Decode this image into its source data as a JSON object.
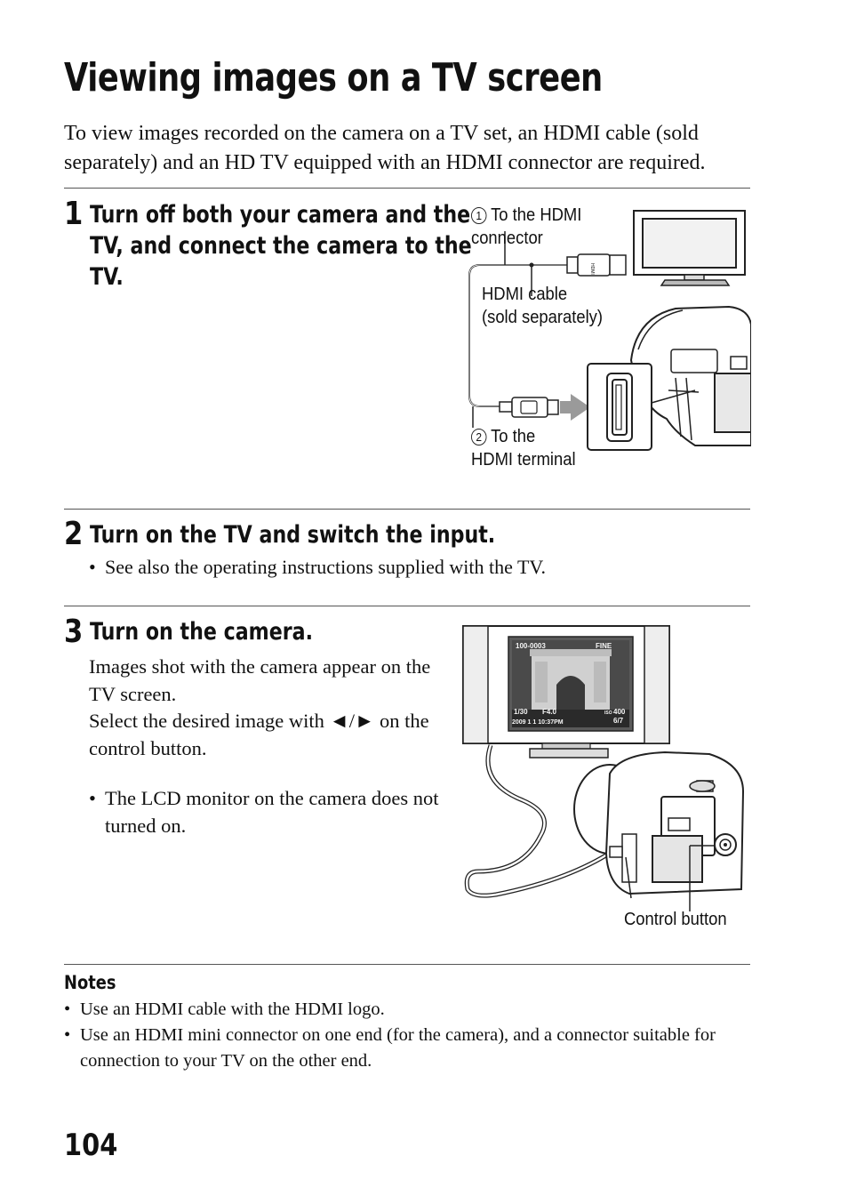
{
  "page": {
    "title": "Viewing images on a TV screen",
    "intro": "To view images recorded on the camera on a TV set, an HDMI cable (sold separately) and an HD TV equipped with an HDMI connector are required.",
    "page_number": "104"
  },
  "steps": [
    {
      "number": "1",
      "title_lines": [
        "Turn off both your camera and the",
        "TV, and connect the camera to the",
        "TV."
      ],
      "figure": {
        "label_1_marker": "1",
        "label_1_lines": [
          "To the HDMI",
          "connector"
        ],
        "cable_label_lines": [
          "HDMI cable",
          "(sold separately)"
        ],
        "label_2_marker": "2",
        "label_2_lines": [
          "To the",
          "HDMI terminal"
        ],
        "connector_text": "HDMI"
      }
    },
    {
      "number": "2",
      "title": "Turn on the TV and switch the input.",
      "bullets": [
        "See also the operating instructions supplied with the TV."
      ]
    },
    {
      "number": "3",
      "title": "Turn on the camera.",
      "para1": "Images shot with the camera appear on the TV screen.",
      "para2": "Select the desired image with ◄/► on the control button.",
      "bullets": [
        "The LCD monitor on the camera does not turned on."
      ],
      "figure": {
        "control_button_label": "Control button",
        "osd": {
          "folder": "100-0003",
          "quality": "FINE",
          "shutter": "1/30",
          "aperture": "F4.0",
          "iso": "400",
          "iso_label": "ISO",
          "date": "2009   1   1 10:37PM",
          "count": "6/7"
        }
      }
    }
  ],
  "notes": {
    "heading": "Notes",
    "items": [
      "Use an HDMI cable with the HDMI logo.",
      "Use an HDMI mini connector on one end (for the camera), and a connector suitable for connection to your TV on the other end."
    ]
  }
}
